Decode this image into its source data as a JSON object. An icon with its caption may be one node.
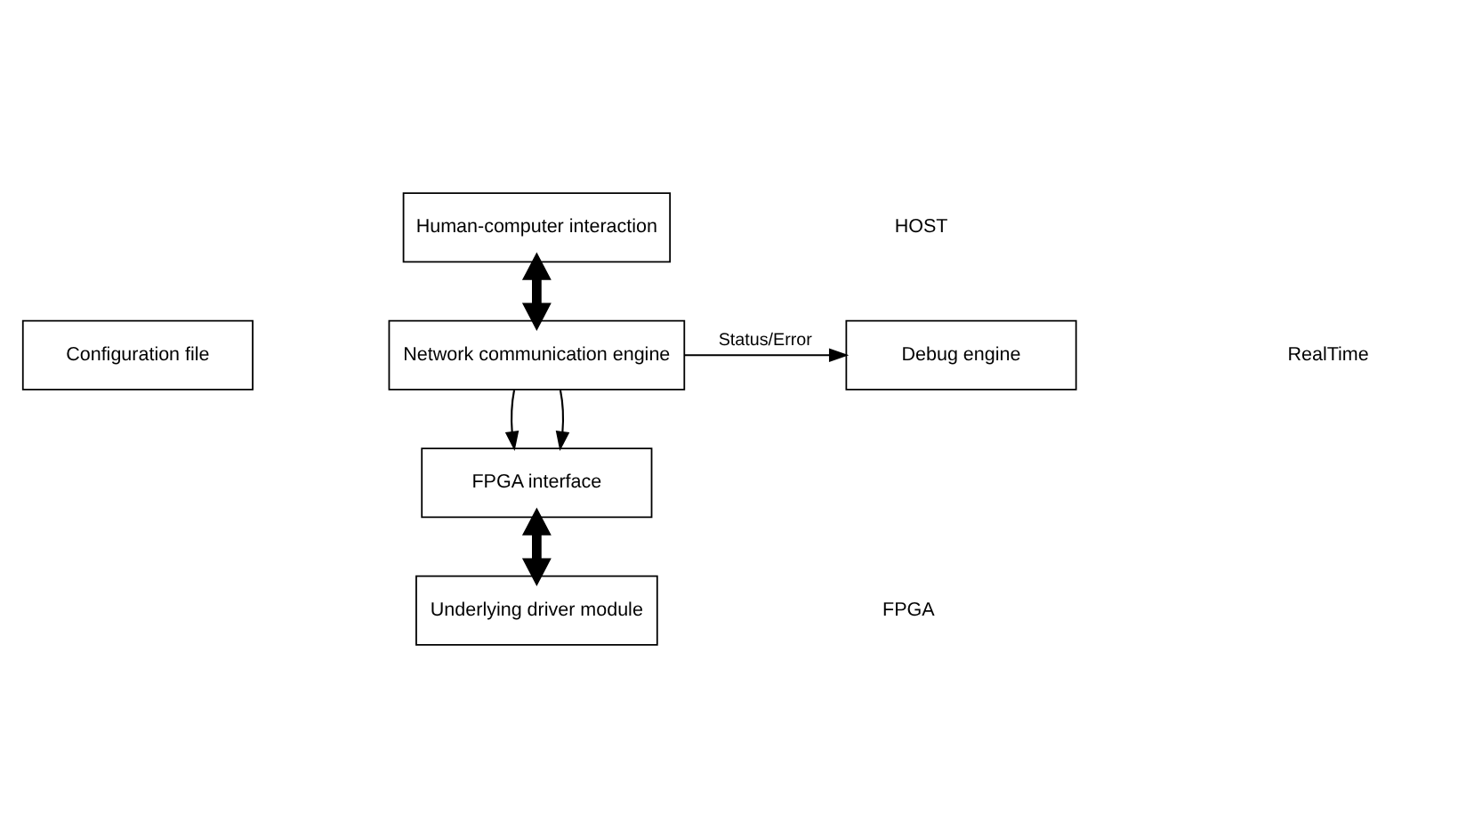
{
  "diagram": {
    "nodes": [
      {
        "text": [
          "Human-computer interaction"
        ]
      },
      {
        "text": [
          "Configuration file"
        ]
      },
      {
        "text": [
          "Network communication engine"
        ]
      },
      {
        "text": [
          "Debug engine"
        ]
      },
      {
        "text": [
          "FPGA interface"
        ]
      },
      {
        "text": [
          "Underlying driver module"
        ]
      }
    ],
    "edges": [
      {
        "from": 0,
        "to": 2,
        "arrow": "both",
        "style": "thick"
      },
      {
        "from": 2,
        "to": 3,
        "arrow": "to",
        "label": "Status/Error"
      },
      {
        "from": 2,
        "to": 4,
        "arrow": "to"
      },
      {
        "from": 2,
        "to": 4,
        "arrow": "to"
      },
      {
        "from": 4,
        "to": 5,
        "arrow": "both",
        "style": "thick"
      }
    ],
    "labels": [
      "HOST",
      "RealTime",
      "FPGA"
    ]
  }
}
